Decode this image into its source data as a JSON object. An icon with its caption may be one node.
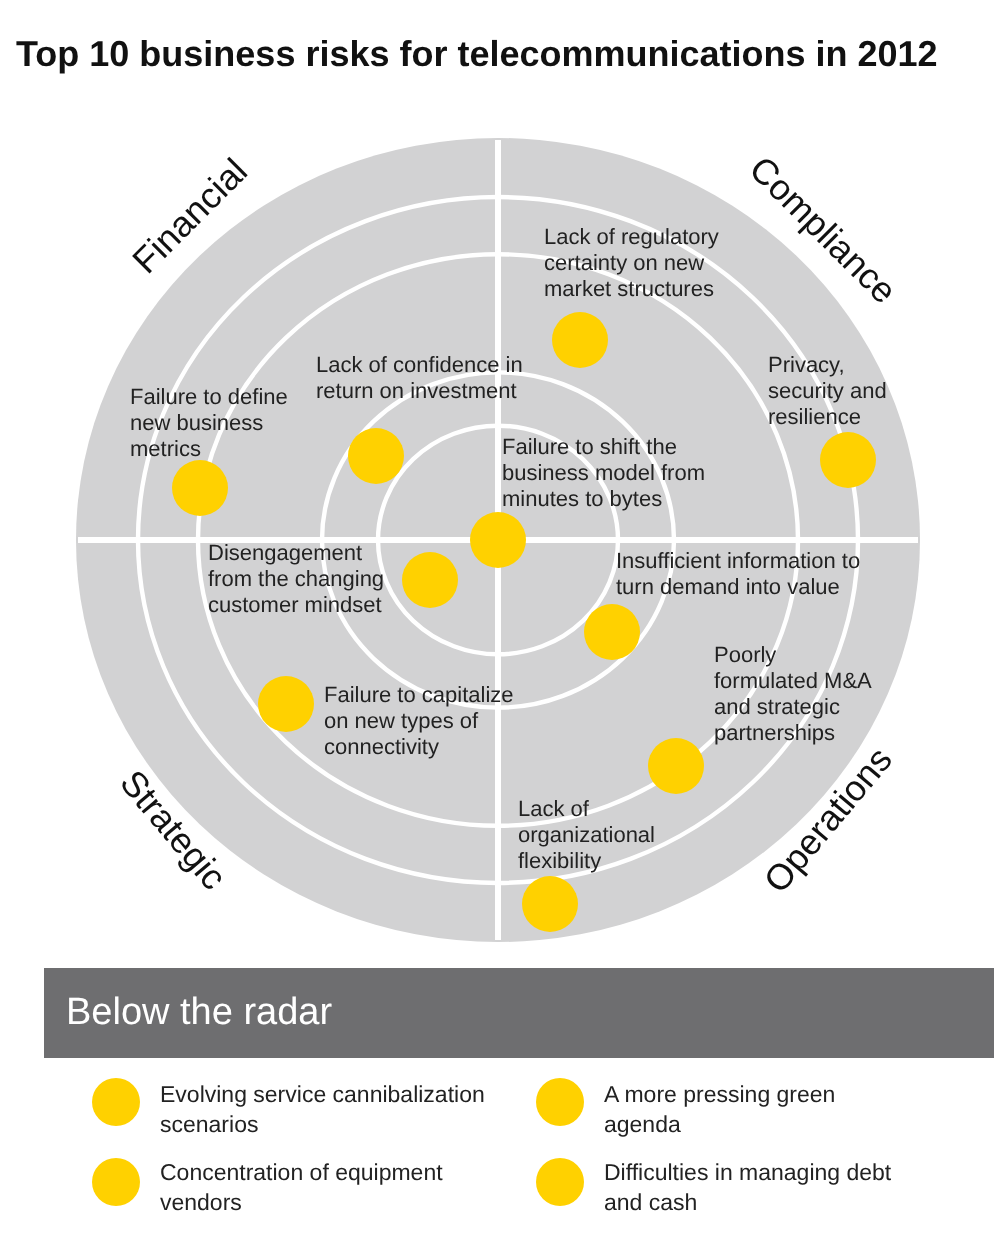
{
  "diagram": {
    "title": "Top 10 business risks for telecommunications in 2012",
    "nodes": [
      {
        "text": [],
        "shape": "circle",
        "beside": [
          "Lack of regulatory certainty on new market structures"
        ]
      },
      {
        "text": [],
        "shape": "circle",
        "beside": [
          "Failure to define new business metrics"
        ]
      },
      {
        "text": [],
        "shape": "circle",
        "beside": [
          "Lack of confidence in return on investment"
        ]
      },
      {
        "text": [],
        "shape": "circle",
        "beside": [
          "Privacy, security and resilience"
        ]
      },
      {
        "text": [],
        "shape": "circle",
        "beside": [
          "Failure to shift the business model from minutes to bytes"
        ]
      },
      {
        "text": [],
        "shape": "circle",
        "beside": [
          "Disengagement from the changing customer mindset"
        ]
      },
      {
        "text": [],
        "shape": "circle",
        "beside": [
          "Insufficient information to turn demand into value"
        ]
      },
      {
        "text": [],
        "shape": "circle",
        "beside": [
          "Poorly formulated M&A and strategic partnerships"
        ]
      },
      {
        "text": [],
        "shape": "circle",
        "beside": [
          "Failure to capitalize on new types of connectivity"
        ]
      },
      {
        "text": [],
        "shape": "circle",
        "beside": [
          "Lack of organizational flexibility"
        ]
      },
      {
        "text": [
          "Below the radar"
        ]
      },
      {
        "text": [],
        "shape": "circle",
        "beside": [
          "Evolving service cannibalization scenarios"
        ]
      },
      {
        "text": [],
        "shape": "circle",
        "beside": [
          "A more pressing green agenda"
        ]
      },
      {
        "text": [],
        "shape": "circle",
        "beside": [
          "Concentration of equipment vendors"
        ]
      },
      {
        "text": [],
        "shape": "circle",
        "beside": [
          "Difficulties in managing debt and cash"
        ]
      }
    ],
    "labels": [
      "Financial",
      "Compliance",
      "Strategic",
      "Operations"
    ]
  }
}
